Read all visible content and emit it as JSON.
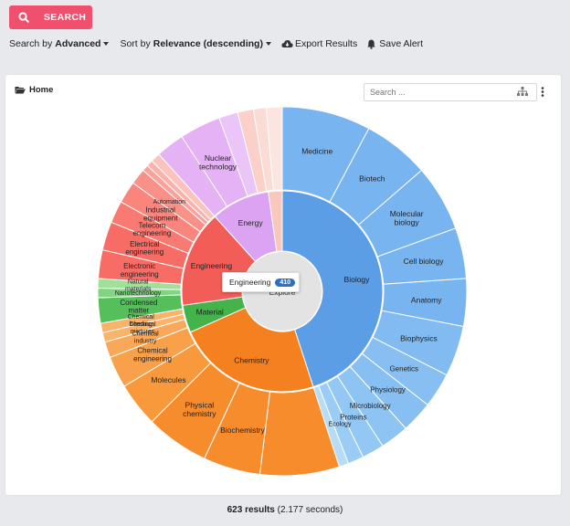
{
  "header": {
    "search_button_label": "SEARCH",
    "search_by_label": "Search by",
    "search_by_value": "Advanced",
    "sort_by_label": "Sort by",
    "sort_by_value": "Relevance (descending)",
    "export_label": "Export Results",
    "save_alert_label": "Save Alert"
  },
  "panel": {
    "breadcrumb": "Home",
    "search_placeholder": "Search ..."
  },
  "sunburst": {
    "center_label": "Explore",
    "tooltip_label": "Engineering",
    "tooltip_count": "410",
    "inner": [
      {
        "name": "Biology",
        "start": 0,
        "end": 162,
        "color": "#5b9ee6"
      },
      {
        "name": "Chemistry",
        "start": 162,
        "end": 246,
        "color": "#f5801f"
      },
      {
        "name": "Material",
        "start": 246,
        "end": 262,
        "color": "#43b34a"
      },
      {
        "name": "Engineering",
        "start": 262,
        "end": 318,
        "color": "#f25d58"
      },
      {
        "name": "Energy",
        "start": 318,
        "end": 352,
        "color": "#dda3f3"
      },
      {
        "name": "",
        "start": 352,
        "end": 360,
        "color": "#f8c7bd"
      }
    ],
    "outer": [
      {
        "name": "Medicine",
        "start": 0,
        "end": 28,
        "color": "#78b4ef"
      },
      {
        "name": "Biotech",
        "start": 28,
        "end": 49,
        "color": "#78b4ef"
      },
      {
        "name": "Molecular biology",
        "start": 49,
        "end": 70,
        "color": "#78b4ef"
      },
      {
        "name": "Cell biology",
        "start": 70,
        "end": 86,
        "color": "#78b4ef"
      },
      {
        "name": "Anatomy",
        "start": 86,
        "end": 101,
        "color": "#78b4ef"
      },
      {
        "name": "Biophysics",
        "start": 101,
        "end": 117,
        "color": "#82bbf1"
      },
      {
        "name": "Genetics",
        "start": 117,
        "end": 128,
        "color": "#88bff2"
      },
      {
        "name": "Physiology",
        "start": 128,
        "end": 138,
        "color": "#88bff2"
      },
      {
        "name": "Microbiology",
        "start": 138,
        "end": 147,
        "color": "#8ec4f3"
      },
      {
        "name": "Proteins",
        "start": 147,
        "end": 154,
        "color": "#94c8f4"
      },
      {
        "name": "Ecology",
        "start": 154,
        "end": 159,
        "color": "#9accf5"
      },
      {
        "name": "",
        "start": 159,
        "end": 162,
        "color": "#b6dcf8"
      },
      {
        "name": "",
        "start": 162,
        "end": 187,
        "color": "#f78c2c"
      },
      {
        "name": "Biochemistry",
        "start": 187,
        "end": 205,
        "color": "#f78c2c"
      },
      {
        "name": "Physical chemistry",
        "start": 205,
        "end": 225,
        "color": "#f78c2c"
      },
      {
        "name": "Molecules",
        "start": 225,
        "end": 239,
        "color": "#f89a3c"
      },
      {
        "name": "Chemical engineering",
        "start": 239,
        "end": 249,
        "color": "#f8a04a"
      },
      {
        "name": "Chemical industry",
        "start": 249,
        "end": 254,
        "color": "#f9a85a"
      },
      {
        "name": "Chemical mixtures",
        "start": 254,
        "end": 257,
        "color": "#fab36b"
      },
      {
        "name": "Chemical bonding",
        "start": 257,
        "end": 260,
        "color": "#fab36b"
      },
      {
        "name": "Condensed matter",
        "start": 260,
        "end": 268,
        "color": "#55c05b"
      },
      {
        "name": "Nanotechnology",
        "start": 268,
        "end": 271,
        "color": "#82d482"
      },
      {
        "name": "Natural materials",
        "start": 271,
        "end": 274,
        "color": "#a0e09a"
      },
      {
        "name": "Electronic engineering",
        "start": 274,
        "end": 283,
        "color": "#f86c66"
      },
      {
        "name": "Electrical engineering",
        "start": 283,
        "end": 292,
        "color": "#f86c66"
      },
      {
        "name": "Telecom engineering",
        "start": 292,
        "end": 299,
        "color": "#f97a72"
      },
      {
        "name": "Industrial equipment",
        "start": 299,
        "end": 306,
        "color": "#fa857d"
      },
      {
        "name": "Automation",
        "start": 306,
        "end": 311,
        "color": "#fa9188"
      },
      {
        "name": "",
        "start": 311,
        "end": 313,
        "color": "#fca09a"
      },
      {
        "name": "",
        "start": 313,
        "end": 315,
        "color": "#fbb0aa"
      },
      {
        "name": "",
        "start": 315,
        "end": 318,
        "color": "#fcc2bc"
      },
      {
        "name": "",
        "start": 318,
        "end": 327,
        "color": "#e4b2f5"
      },
      {
        "name": "Nuclear technology",
        "start": 327,
        "end": 340,
        "color": "#e4b2f5"
      },
      {
        "name": "",
        "start": 340,
        "end": 346,
        "color": "#ebc5f8"
      },
      {
        "name": "",
        "start": 346,
        "end": 351,
        "color": "#fbd0c8"
      },
      {
        "name": "",
        "start": 351,
        "end": 355,
        "color": "#fbdcd4"
      },
      {
        "name": "",
        "start": 355,
        "end": 360,
        "color": "#fce5e0"
      }
    ]
  },
  "footer": {
    "results_count": "623 results",
    "results_time": "(2.177 seconds)"
  },
  "colors": {
    "search_button": "#f0506e",
    "badge": "#2f6fc4"
  }
}
